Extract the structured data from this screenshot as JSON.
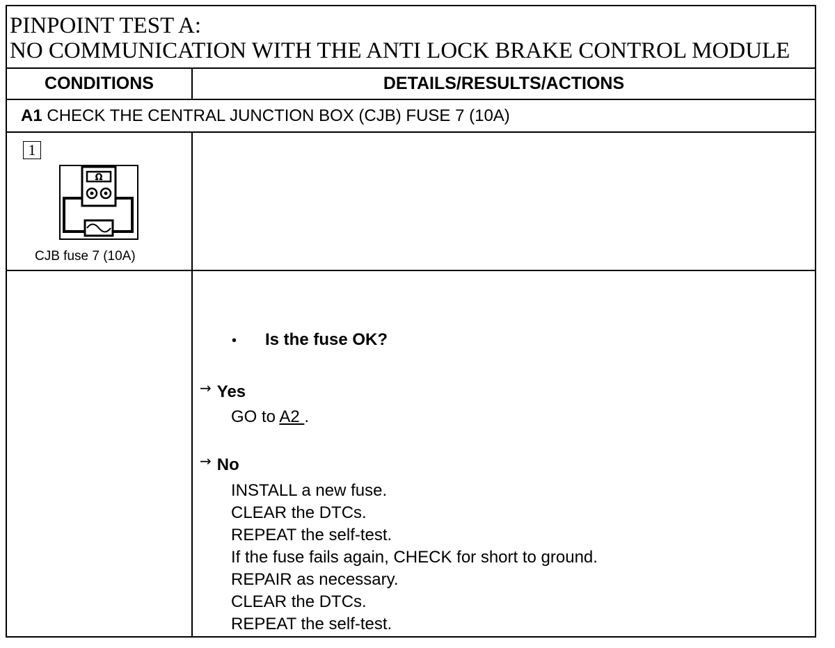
{
  "title": {
    "line1": "PINPOINT TEST A:",
    "line2": "NO COMMUNICATION WITH THE ANTI LOCK BRAKE CONTROL MODULE"
  },
  "table_header": {
    "col1": "CONDITIONS",
    "col2": "DETAILS/RESULTS/ACTIONS"
  },
  "step": {
    "id": "A1",
    "text": "CHECK THE CENTRAL JUNCTION BOX (CJB) FUSE 7 (10A)"
  },
  "figure": {
    "number": "1",
    "icon": "ohmmeter-icon",
    "caption": "CJB fuse 7 (10A)"
  },
  "question": {
    "bullet": "•",
    "text": "Is the fuse OK?"
  },
  "yes_branch": {
    "arrow": "→",
    "label": "Yes",
    "go_prefix": "GO to",
    "link": "A2 ",
    "go_suffix": "."
  },
  "no_branch": {
    "arrow": "→",
    "label": "No",
    "actions": [
      "INSTALL a new fuse.",
      "CLEAR the DTCs.",
      "REPEAT the self-test.",
      "If the fuse fails again, CHECK for short to ground.",
      "REPAIR as necessary.",
      "CLEAR the DTCs.",
      "REPEAT the self-test."
    ]
  }
}
